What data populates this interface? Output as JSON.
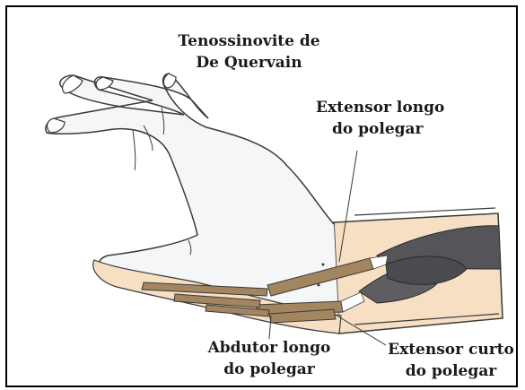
{
  "title": {
    "line1": "Tenossinovite de",
    "line2": "De Quervain"
  },
  "labels": {
    "extensor_longo": {
      "line1": "Extensor longo",
      "line2": "do polegar"
    },
    "abdutor_longo": {
      "line1": "Abdutor longo",
      "line2": "do polegar"
    },
    "extensor_curto": {
      "line1": "Extensor curto",
      "line2": "do polegar"
    }
  },
  "colors": {
    "skin_outline": "#3a3a3a",
    "hand_fill": "#f4f6f8",
    "forearm_fill": "#f6dfc3",
    "tendon": "#a38560",
    "muscle": "#555559",
    "border": "#000000"
  }
}
